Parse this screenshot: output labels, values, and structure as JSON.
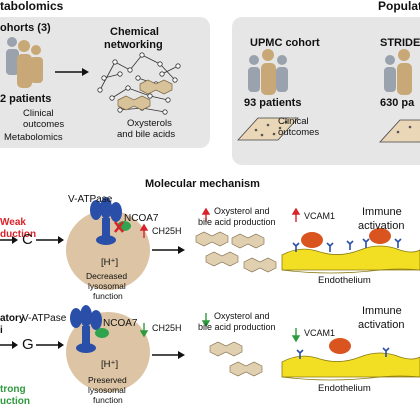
{
  "top": {
    "left_header": "tabolomics",
    "right_header": "Populati",
    "left_panel": {
      "cohorts_title": "ohorts (3)",
      "patients": "2 patients",
      "clinical": "Clinical",
      "outcomes": "outcomes",
      "metabolomics": "Metabolomics",
      "network_title_1": "Chemical",
      "network_title_2": "networking",
      "network_caption_1": "Oxysterols",
      "network_caption_2": "and bile acids"
    },
    "right_panel": {
      "upmc_title": "UPMC cohort",
      "upmc_patients": "93 patients",
      "upmc_clinical": "Clinical",
      "upmc_outcomes": "outcomes",
      "stride_title": "STRIDE",
      "stride_patients": "630 pa"
    }
  },
  "mechanism": {
    "title": "Molecular mechanism",
    "row1": {
      "side_label_1": "Weak",
      "side_label_2": "duction",
      "allele": "C",
      "vatpase": "V-ATPase",
      "ncoa7": "NCOA7",
      "hplus": "[H⁺]",
      "cell_text_1": "Decreased",
      "cell_text_2": "lysosomal",
      "cell_text_3": "function",
      "ch25h": "CH25H",
      "oxy_1": "Oxysterol and",
      "oxy_2": "bile acid production",
      "vcam": "VCAM1",
      "immune_1": "Immune",
      "immune_2": "activation",
      "endothelium": "Endothelium",
      "arrow_direction": "up"
    },
    "row2": {
      "side_label_1": "atory",
      "side_label_2": "i",
      "side_label_3": "trong",
      "side_label_4": "uction",
      "allele": "G",
      "vatpase": "V-ATPase",
      "ncoa7": "NCOA7",
      "hplus": "[H⁺]",
      "cell_text_1": "Preserved",
      "cell_text_2": "lysosomal",
      "cell_text_3": "function",
      "ch25h": "CH25H",
      "oxy_1": "Oxysterol and",
      "oxy_2": "bile acid production",
      "vcam": "VCAM1",
      "immune_1": "Immune",
      "immune_2": "activation",
      "endothelium": "Endothelium",
      "arrow_direction": "down"
    }
  },
  "colors": {
    "panel_bg": "#e6e6e6",
    "person_tan": "#c9a877",
    "person_gray": "#9aa3ad",
    "cell": "#dcc4a4",
    "vatpase_blue": "#2a4fa8",
    "ncoa7_green": "#2fa34d",
    "up_red": "#d9232a",
    "down_green": "#2e9a3e",
    "endothelium_yellow": "#f2de22",
    "immune_orange": "#d9541e"
  }
}
